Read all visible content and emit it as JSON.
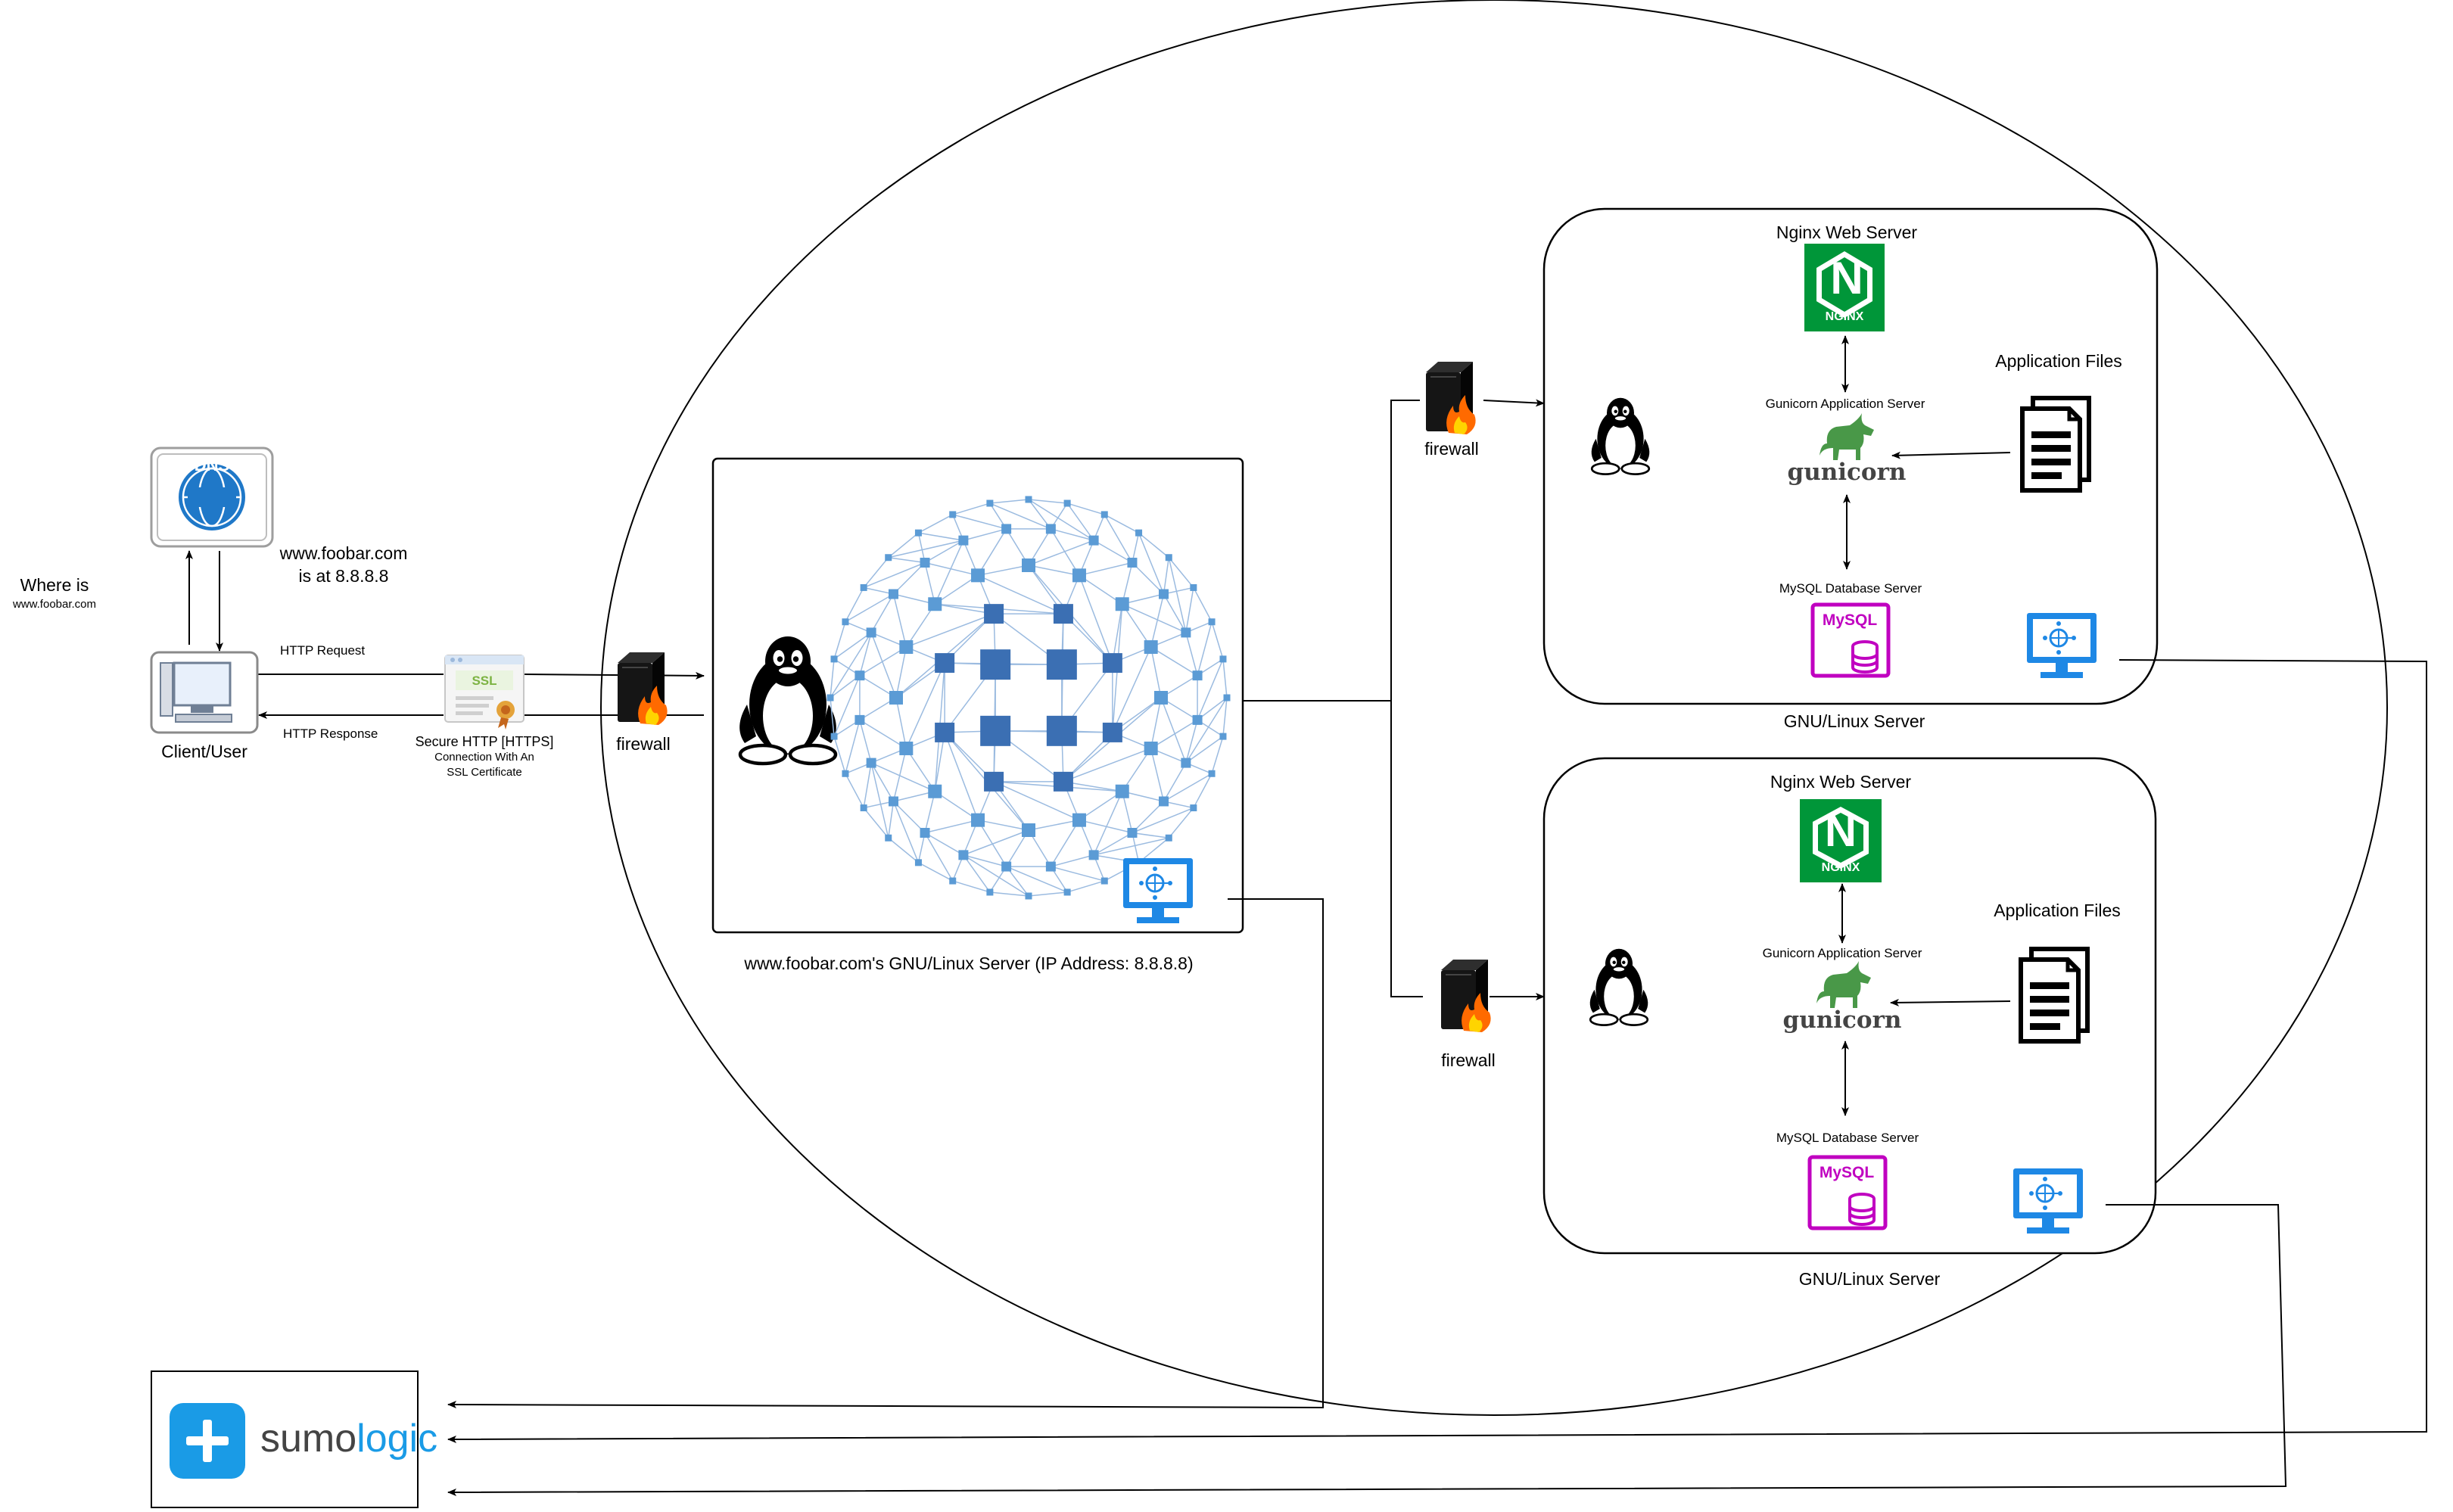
{
  "client": {
    "where_is_title": "Where is",
    "where_is_domain": "www.foobar.com",
    "dns_answer_line1": "www.foobar.com",
    "dns_answer_line2": "is at 8.8.8.8",
    "client_label": "Client/User",
    "http_request_label": "HTTP Request",
    "http_response_label": "HTTP Response",
    "ssl_line1": "Secure HTTP [HTTPS]",
    "ssl_line2": "Connection With An",
    "ssl_line3": "SSL Certificate",
    "firewall_label": "firewall",
    "dns_text": "DNS",
    "ssl_badge_text": "SSL"
  },
  "load_balancer": {
    "caption": "www.foobar.com's GNU/Linux Server (IP Address: 8.8.8.8)"
  },
  "servers": [
    {
      "firewall_label": "firewall",
      "nginx_title": "Nginx Web Server",
      "nginx_logo_letter": "N",
      "nginx_logo_text": "NGINX",
      "gunicorn_title": "Gunicorn Application Server",
      "gunicorn_wordmark": "gunicorn",
      "mysql_title": "MySQL Database Server",
      "mysql_logo_text": "MySQL",
      "app_files_title": "Application Files",
      "server_caption": "GNU/Linux Server"
    },
    {
      "firewall_label": "firewall",
      "nginx_title": "Nginx Web Server",
      "nginx_logo_letter": "N",
      "nginx_logo_text": "NGINX",
      "gunicorn_title": "Gunicorn Application Server",
      "gunicorn_wordmark": "gunicorn",
      "mysql_title": "MySQL Database Server",
      "mysql_logo_text": "MySQL",
      "app_files_title": "Application Files",
      "server_caption": "GNU/Linux Server"
    }
  ],
  "monitoring": {
    "brand_part1": "sumo",
    "brand_part2": "logic"
  },
  "colors": {
    "nginx_green": "#009639",
    "mysql_magenta": "#c000c0",
    "gunicorn_green": "#499848",
    "network_blue": "#3b6fb3",
    "monitor_blue": "#1e88e5",
    "sumo_blue": "#1a9be6",
    "dns_blue": "#1f78c8",
    "ssl_green": "#7cb342"
  }
}
